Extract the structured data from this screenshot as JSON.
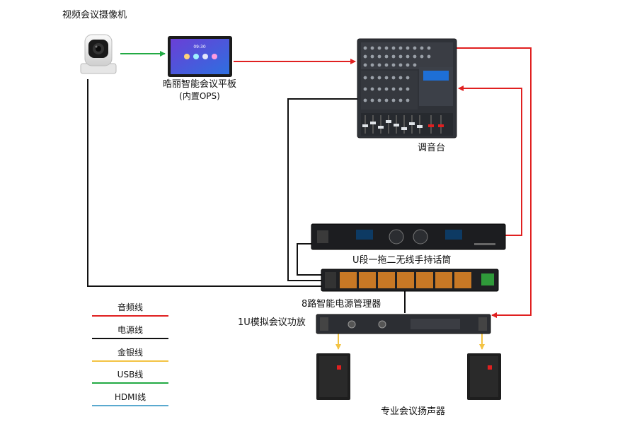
{
  "labels": {
    "camera": "视频会议摄像机",
    "panel_line1": "晧丽智能会议平板",
    "panel_line2": "(内置OPS)",
    "mixer": "调音台",
    "wireless_mic": "U段一拖二无线手持话筒",
    "power_manager": "8路智能电源管理器",
    "amplifier": "1U模拟会议功放",
    "speakers": "专业会议扬声器"
  },
  "legend": [
    {
      "label": "音频线",
      "color": "#e02020"
    },
    {
      "label": "电源线",
      "color": "#111111"
    },
    {
      "label": "金银线",
      "color": "#f3c343"
    },
    {
      "label": "USB线",
      "color": "#22aa44"
    },
    {
      "label": "HDMI线",
      "color": "#5aa9cf"
    }
  ],
  "devices": {
    "panel_screen_time": "09:30"
  }
}
